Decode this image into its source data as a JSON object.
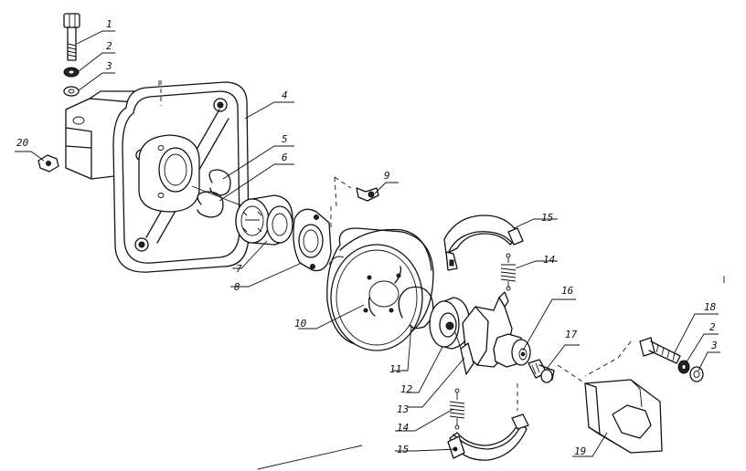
{
  "diagram": {
    "parts": [
      {
        "id": "bolt-1",
        "label": "1"
      },
      {
        "id": "spring-washer-2",
        "label": "2"
      },
      {
        "id": "washer-3",
        "label": "3"
      },
      {
        "id": "housing-4",
        "label": "4"
      },
      {
        "id": "circlip-5",
        "label": "5"
      },
      {
        "id": "circlip-6",
        "label": "6"
      },
      {
        "id": "bearing-7",
        "label": "7"
      },
      {
        "id": "plate-8",
        "label": "8"
      },
      {
        "id": "screw-9",
        "label": "9"
      },
      {
        "id": "clutch-drum-10",
        "label": "10"
      },
      {
        "id": "circlip-11",
        "label": "11"
      },
      {
        "id": "bearing-12",
        "label": "12"
      },
      {
        "id": "clutch-hub-13",
        "label": "13"
      },
      {
        "id": "spring-14-top",
        "label": "14"
      },
      {
        "id": "shoe-15-top",
        "label": "15"
      },
      {
        "id": "nut-16",
        "label": "16"
      },
      {
        "id": "bolt-17",
        "label": "17"
      },
      {
        "id": "bolt-18",
        "label": "18"
      },
      {
        "id": "spring-washer-2b",
        "label": "2"
      },
      {
        "id": "washer-3b",
        "label": "3"
      },
      {
        "id": "plate-19",
        "label": "19"
      },
      {
        "id": "spring-14-bottom",
        "label": "14"
      },
      {
        "id": "shoe-15-bottom",
        "label": "15"
      },
      {
        "id": "nut-20",
        "label": "20"
      }
    ]
  }
}
